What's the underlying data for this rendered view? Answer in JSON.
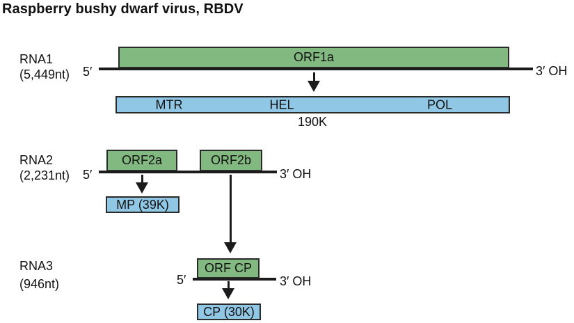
{
  "title": "Raspberry bushy dwarf virus, RBDV",
  "colors": {
    "orf_green": "#82b981",
    "domain_blue": "#90c7e5",
    "line": "#1b1b1b",
    "border_dark": "#2a2a2a",
    "text": "#111111",
    "background": "#ffffff"
  },
  "rna1": {
    "label": "RNA1",
    "nt": "(5,449nt)",
    "five": "5′",
    "three": "3′ OH",
    "orf": "ORF1a",
    "domains": [
      "MTR",
      "HEL",
      "POL"
    ],
    "product_label": "190K"
  },
  "rna2": {
    "label": "RNA2",
    "nt": "(2,231nt)",
    "five": "5′",
    "three": "3′ OH",
    "orf_a": "ORF2a",
    "orf_b": "ORF2b",
    "product_a": "MP (39K)"
  },
  "rna3": {
    "label": "RNA3",
    "nt": "(946nt)",
    "five": "5′",
    "three": "3′ OH",
    "orf": "ORF CP",
    "product": "CP (30K)"
  }
}
